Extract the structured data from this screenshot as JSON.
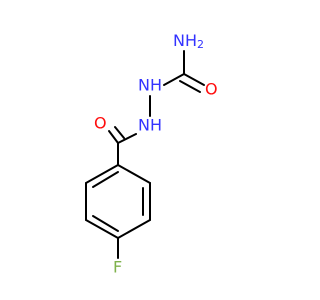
{
  "molecule": {
    "colors": {
      "bond": "#000000",
      "N": "#3333ff",
      "O": "#ff0d0d",
      "F": "#7fb24c"
    },
    "atoms": {
      "nh2": {
        "element": "N",
        "text": "NH",
        "subscript": "2"
      },
      "o_urea": {
        "element": "O",
        "text": "O"
      },
      "nh_top": {
        "element": "N",
        "text": "NH"
      },
      "nh_mid": {
        "element": "N",
        "text": "NH"
      },
      "o_amide": {
        "element": "O",
        "text": "O"
      },
      "f": {
        "element": "F",
        "text": "F"
      }
    }
  }
}
